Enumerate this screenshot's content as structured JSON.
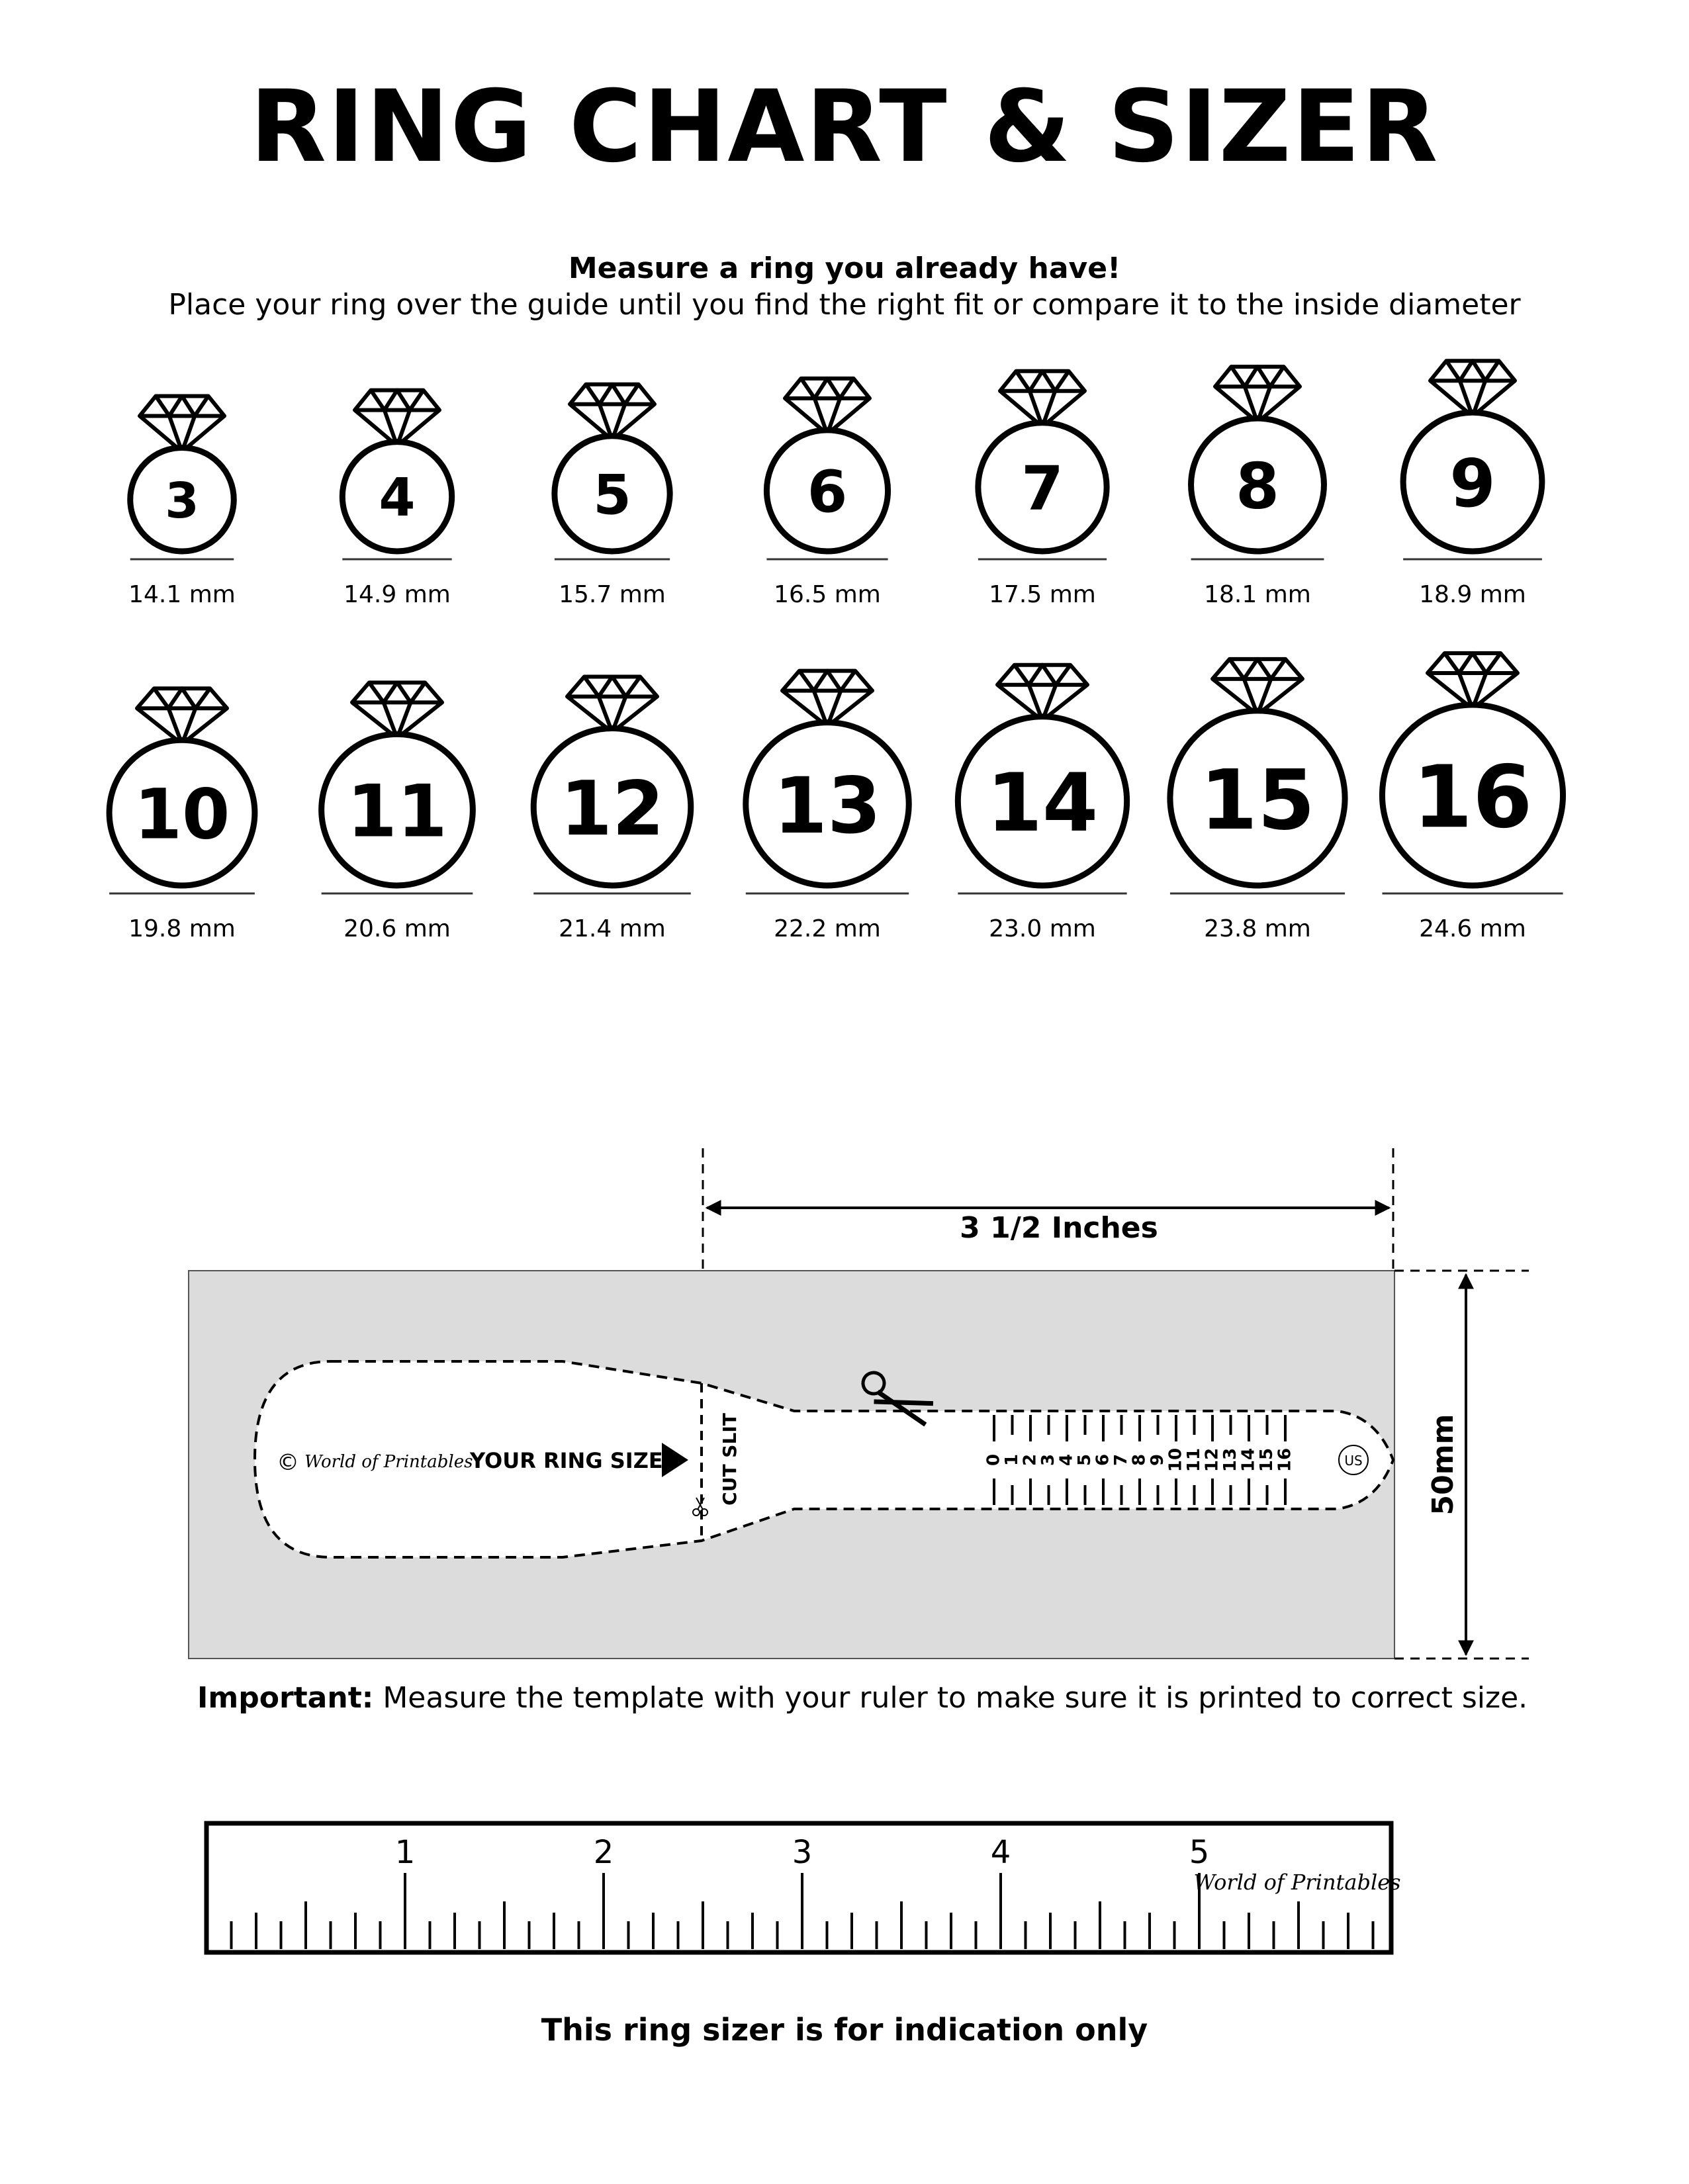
{
  "title": "RING CHART & SIZER",
  "instructions": {
    "heading": "Measure a ring you already have!",
    "text": "Place your ring over the guide until you find the right fit or compare it to the inside diameter"
  },
  "rings": [
    {
      "size": "3",
      "diameter": "14.1 mm"
    },
    {
      "size": "4",
      "diameter": "14.9 mm"
    },
    {
      "size": "5",
      "diameter": "15.7 mm"
    },
    {
      "size": "6",
      "diameter": "16.5 mm"
    },
    {
      "size": "7",
      "diameter": "17.5 mm"
    },
    {
      "size": "8",
      "diameter": "18.1 mm"
    },
    {
      "size": "9",
      "diameter": "18.9 mm"
    },
    {
      "size": "10",
      "diameter": "19.8 mm"
    },
    {
      "size": "11",
      "diameter": "20.6 mm"
    },
    {
      "size": "12",
      "diameter": "21.4 mm"
    },
    {
      "size": "13",
      "diameter": "22.2 mm"
    },
    {
      "size": "14",
      "diameter": "23.0 mm"
    },
    {
      "size": "15",
      "diameter": "23.8 mm"
    },
    {
      "size": "16",
      "diameter": "24.6 mm"
    }
  ],
  "sizer": {
    "width_label": "3 1/2 Inches",
    "height_label": "50mm",
    "brand": "World of Printables",
    "copyright_symbol": "©",
    "your_ring_size": "YOUR RING SIZE",
    "cut_slit": "CUT SLIT",
    "scale": [
      "0",
      "1",
      "2",
      "3",
      "4",
      "5",
      "6",
      "7",
      "8",
      "9",
      "10",
      "11",
      "12",
      "13",
      "14",
      "15",
      "16"
    ],
    "unit_badge": "US",
    "background": "#dcdcdc"
  },
  "important": {
    "label": "Important:",
    "text": "Measure the template with your ruler to make sure it is printed to correct size."
  },
  "ruler": {
    "numbers": [
      "1",
      "2",
      "3",
      "4",
      "5"
    ],
    "brand": "World of Printables"
  },
  "footer": "This ring sizer is for indication only"
}
